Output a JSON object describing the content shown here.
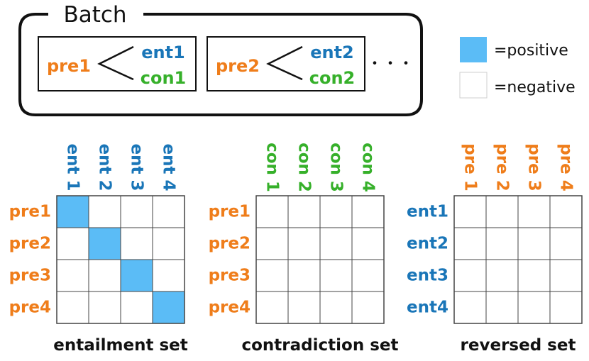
{
  "batch": {
    "title": "Batch",
    "groups": [
      {
        "premise": "pre1",
        "entailment": "ent1",
        "contradiction": "con1"
      },
      {
        "premise": "pre2",
        "entailment": "ent2",
        "contradiction": "con2"
      }
    ],
    "ellipsis": "・・・"
  },
  "legend": {
    "positive_label": "=positive",
    "negative_label": "=negative",
    "positive_color": "#5bbcf6",
    "negative_color": "#ffffff"
  },
  "colors": {
    "premise": "#ef7d1a",
    "entailment": "#1a76b8",
    "contradiction": "#36b02a",
    "line": "#111111",
    "grid": "#444444"
  },
  "matrices": [
    {
      "id": "entailment",
      "caption": "entailment set",
      "columns": [
        "ent 1",
        "ent 2",
        "ent 3",
        "ent 4"
      ],
      "column_color": "entailment",
      "rows": [
        "pre1",
        "pre2",
        "pre3",
        "pre4"
      ],
      "row_color": "premise",
      "cells": [
        [
          1,
          0,
          0,
          0
        ],
        [
          0,
          1,
          0,
          0
        ],
        [
          0,
          0,
          1,
          0
        ],
        [
          0,
          0,
          0,
          1
        ]
      ]
    },
    {
      "id": "contradiction",
      "caption": "contradiction set",
      "columns": [
        "con 1",
        "con 2",
        "con 3",
        "con 4"
      ],
      "column_color": "contradiction",
      "rows": [
        "pre1",
        "pre2",
        "pre3",
        "pre4"
      ],
      "row_color": "premise",
      "cells": [
        [
          0,
          0,
          0,
          0
        ],
        [
          0,
          0,
          0,
          0
        ],
        [
          0,
          0,
          0,
          0
        ],
        [
          0,
          0,
          0,
          0
        ]
      ]
    },
    {
      "id": "reversed",
      "caption": "reversed set",
      "columns": [
        "pre 1",
        "pre 2",
        "pre 3",
        "pre 4"
      ],
      "column_color": "premise",
      "rows": [
        "ent1",
        "ent2",
        "ent3",
        "ent4"
      ],
      "row_color": "entailment",
      "cells": [
        [
          0,
          0,
          0,
          0
        ],
        [
          0,
          0,
          0,
          0
        ],
        [
          0,
          0,
          0,
          0
        ],
        [
          0,
          0,
          0,
          0
        ]
      ]
    }
  ]
}
